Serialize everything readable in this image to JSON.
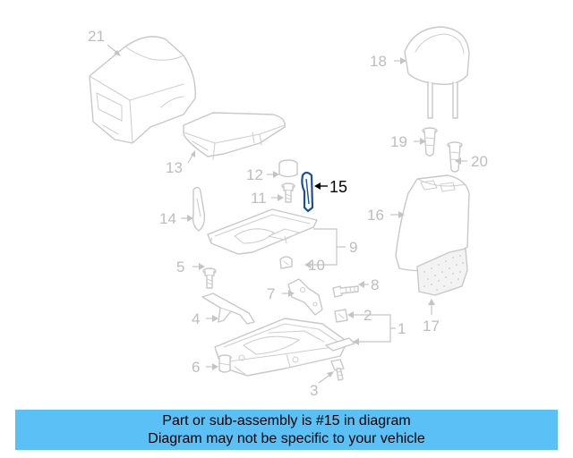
{
  "diagram": {
    "callouts": [
      {
        "id": "1",
        "label": "1"
      },
      {
        "id": "2",
        "label": "2"
      },
      {
        "id": "3",
        "label": "3"
      },
      {
        "id": "4",
        "label": "4"
      },
      {
        "id": "5",
        "label": "5"
      },
      {
        "id": "6",
        "label": "6"
      },
      {
        "id": "7",
        "label": "7"
      },
      {
        "id": "8",
        "label": "8"
      },
      {
        "id": "9",
        "label": "9"
      },
      {
        "id": "10",
        "label": "10"
      },
      {
        "id": "11",
        "label": "11"
      },
      {
        "id": "12",
        "label": "12"
      },
      {
        "id": "13",
        "label": "13"
      },
      {
        "id": "14",
        "label": "14"
      },
      {
        "id": "15",
        "label": "15",
        "highlighted": true
      },
      {
        "id": "16",
        "label": "16"
      },
      {
        "id": "17",
        "label": "17"
      },
      {
        "id": "18",
        "label": "18"
      },
      {
        "id": "19",
        "label": "19"
      },
      {
        "id": "20",
        "label": "20"
      },
      {
        "id": "21",
        "label": "21"
      }
    ],
    "highlight_color": "#1a4f9c",
    "line_color": "#c8c8c8"
  },
  "banner": {
    "line1": "Part or sub-assembly is #15 in diagram",
    "line2": "Diagram may not be specific to your vehicle",
    "background": "#5bc0f5"
  }
}
